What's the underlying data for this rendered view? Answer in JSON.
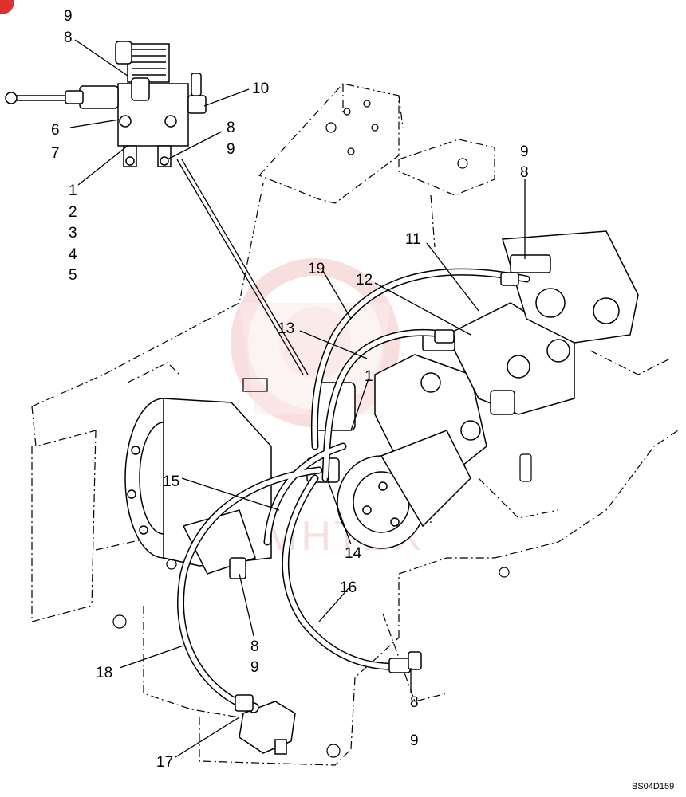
{
  "diagram": {
    "callouts": {
      "c9_top": "9",
      "c8_top": "8",
      "c10": "10",
      "c6": "6",
      "c7": "7",
      "c8_mid": "8",
      "c9_mid": "9",
      "c1_left": "1",
      "c2": "2",
      "c3": "3",
      "c4": "4",
      "c5": "5",
      "c9_right": "9",
      "c8_right": "8",
      "c11": "11",
      "c12": "12",
      "c19": "19",
      "c13": "13",
      "c1_center": "1",
      "c15": "15",
      "c14": "14",
      "c16": "16",
      "c8_lowl": "8",
      "c9_lowl": "9",
      "c18": "18",
      "c8_lowr": "8",
      "c9_lowr": "9",
      "c17": "17"
    },
    "reference": "BS04D159",
    "watermark": "MHTEX",
    "colors": {
      "line": "#000000",
      "watermark": "#f4c6c6",
      "badge": "#e0302e"
    }
  }
}
